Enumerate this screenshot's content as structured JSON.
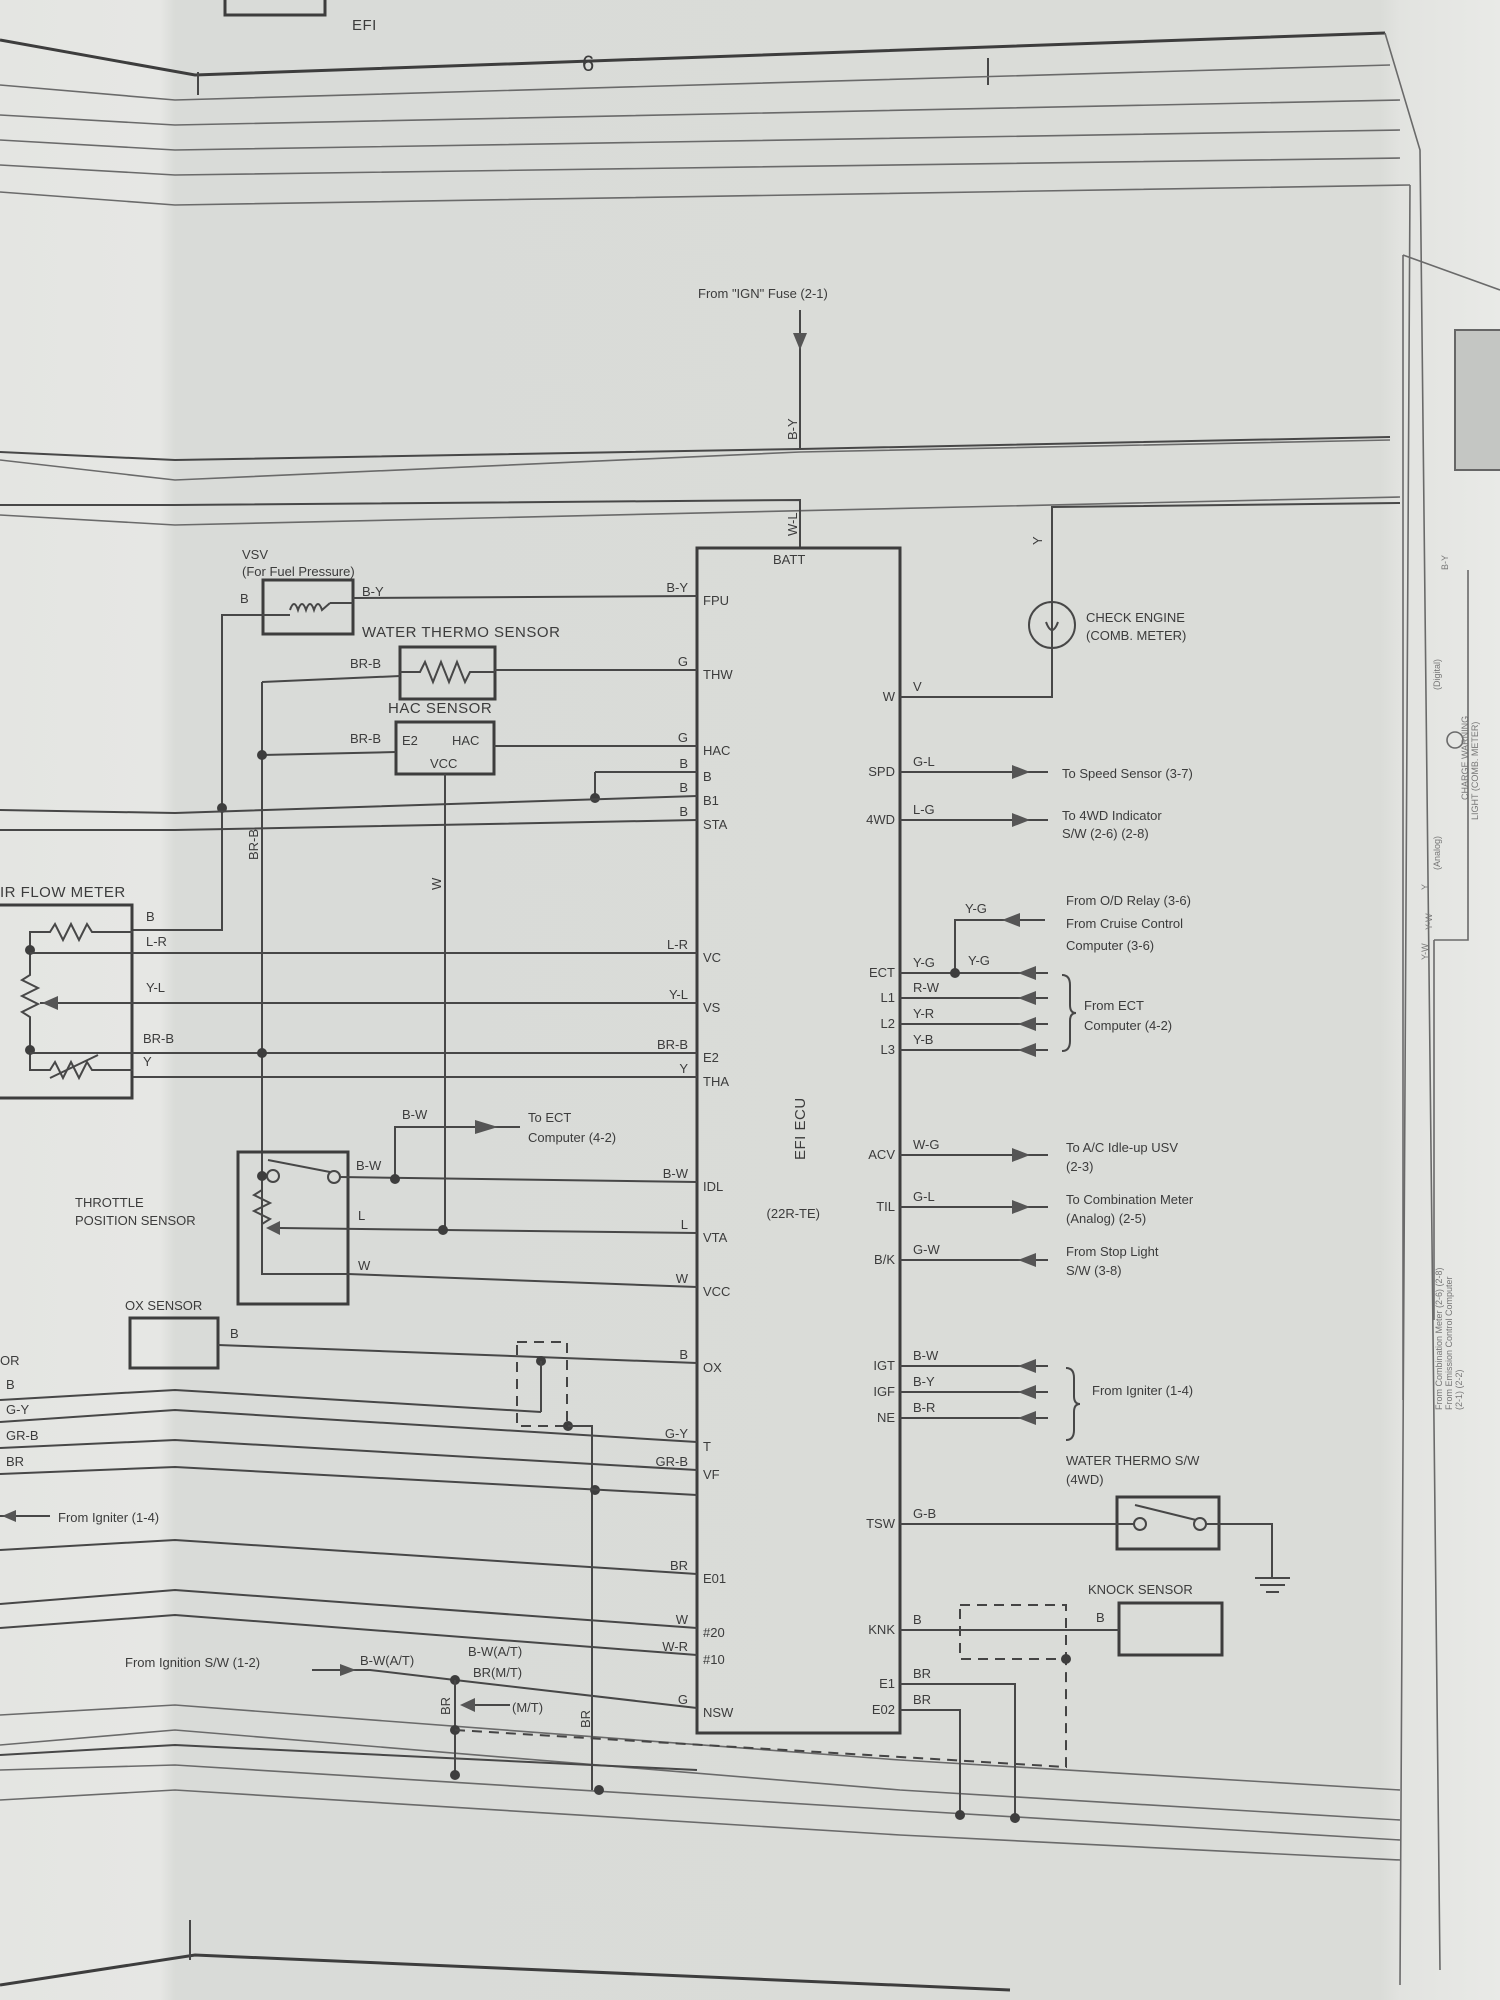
{
  "header": {
    "section": "EFI",
    "page_number": "6"
  },
  "ecu": {
    "name": "EFI ECU",
    "batt": "BATT",
    "left_pins": [
      {
        "pin": "FPU",
        "wire": "B-Y"
      },
      {
        "pin": "THW",
        "wire": "G"
      },
      {
        "pin": "HAC",
        "wire": "G"
      },
      {
        "pin": "B",
        "wire": "B"
      },
      {
        "pin": "B1",
        "wire": "B"
      },
      {
        "pin": "STA",
        "wire": "B"
      },
      {
        "pin": "VC",
        "wire": "L-R"
      },
      {
        "pin": "VS",
        "wire": "Y-L"
      },
      {
        "pin": "E2",
        "wire": "BR-B"
      },
      {
        "pin": "THA",
        "wire": "Y"
      },
      {
        "pin": "IDL",
        "wire": "B-W"
      },
      {
        "pin": "VTA",
        "wire": "L"
      },
      {
        "pin": "VCC",
        "wire": "W"
      },
      {
        "pin": "OX",
        "wire": "B"
      },
      {
        "pin": "T",
        "wire": "G-Y"
      },
      {
        "pin": "VF",
        "wire": "GR-B"
      },
      {
        "pin": "E01",
        "wire": "BR"
      },
      {
        "pin": "#20",
        "wire": "W"
      },
      {
        "pin": "#10",
        "wire": "W-R"
      },
      {
        "pin": "NSW",
        "wire": "G"
      }
    ],
    "right_pins": [
      {
        "pin": "W",
        "wire": "V"
      },
      {
        "pin": "SPD",
        "wire": "G-L",
        "signal": "to"
      },
      {
        "pin": "4WD",
        "wire": "L-G",
        "signal": "to"
      },
      {
        "pin": "ECT",
        "wire": "Y-G",
        "signal": "from"
      },
      {
        "pin": "L1",
        "wire": "R-W",
        "signal": "from"
      },
      {
        "pin": "L2",
        "wire": "Y-R",
        "signal": "from"
      },
      {
        "pin": "L3",
        "wire": "Y-B",
        "signal": "from"
      },
      {
        "pin": "ACV",
        "wire": "W-G",
        "signal": "to"
      },
      {
        "pin": "TIL",
        "wire": "G-L",
        "signal": "to"
      },
      {
        "pin": "B/K",
        "wire": "G-W",
        "signal": "from"
      },
      {
        "pin": "IGT",
        "wire": "B-W",
        "signal": "from"
      },
      {
        "pin": "IGF",
        "wire": "B-Y",
        "signal": "from"
      },
      {
        "pin": "NE",
        "wire": "B-R",
        "signal": "from"
      },
      {
        "pin": "TSW",
        "wire": "G-B"
      },
      {
        "pin": "KNK",
        "wire": "B"
      },
      {
        "pin": "E1",
        "wire": "BR"
      },
      {
        "pin": "E02",
        "wire": "BR"
      }
    ],
    "til_note": "(22R-TE)"
  },
  "power": {
    "source": "From \"IGN\" Fuse (2-1)",
    "wire_in": "B-Y",
    "wire_batt": "W-L"
  },
  "components": {
    "vsv": {
      "title": "VSV",
      "subtitle": "(For Fuel Pressure)",
      "wire_left": "B",
      "wire_right": "B-Y"
    },
    "water_thermo_sensor": {
      "title": "WATER THERMO SENSOR",
      "wire": "BR-B"
    },
    "hac_sensor": {
      "title": "HAC SENSOR",
      "wire": "BR-B",
      "t_e2": "E2",
      "t_hac": "HAC",
      "t_vcc": "VCC",
      "vcc_wire": "W"
    },
    "air_flow_meter": {
      "title": "IR FLOW METER",
      "wires": [
        "B",
        "L-R",
        "Y-L",
        "BR-B",
        "Y"
      ]
    },
    "br_b_vertical": "BR-B",
    "throttle": {
      "title1": "THROTTLE",
      "title2": "POSITION SENSOR",
      "wires": [
        "B-W",
        "L",
        "W"
      ],
      "branch_wire": "B-W",
      "branch_dest1": "To ECT",
      "branch_dest2": "Computer (4-2)"
    },
    "ox_sensor": {
      "title": "OX SENSOR",
      "wire": "B"
    },
    "left_edge": {
      "cut_label": "OR",
      "wires": [
        "B",
        "G-Y",
        "GR-B",
        "BR"
      ],
      "from_igniter": "From Igniter (1-4)"
    },
    "ignition": {
      "source": "From Ignition S/W (1-2)",
      "w1": "B-W(A/T)",
      "w2a": "B-W(A/T)",
      "w2b": "BR(M/T)",
      "mt": "(M/T)",
      "br1": "BR",
      "br2": "BR"
    },
    "check_engine": {
      "title1": "CHECK ENGINE",
      "title2": "(COMB. METER)",
      "wire": "Y"
    },
    "water_thermo_sw": {
      "title1": "WATER THERMO S/W",
      "title2": "(4WD)"
    },
    "knock_sensor": {
      "title": "KNOCK SENSOR",
      "wire": "B"
    }
  },
  "destinations": {
    "spd": "To Speed Sensor (3-7)",
    "wd1": "To 4WD Indicator",
    "wd2": "S/W (2-6) (2-8)",
    "od": "From O/D Relay (3-6)",
    "cruise1": "From Cruise Control",
    "cruise2": "Computer (3-6)",
    "ect_yg_top": "Y-G",
    "ect_yg_right": "Y-G",
    "ect1": "From ECT",
    "ect2": "Computer (4-2)",
    "acv1": "To A/C Idle-up USV",
    "acv2": "(2-3)",
    "til1": "To Combination Meter",
    "til2": "(Analog) (2-5)",
    "bk1": "From Stop Light",
    "bk2": "S/W (3-8)",
    "igniter": "From Igniter (1-4)"
  },
  "right_page": {
    "by": "B-Y",
    "digital": "(Digital)",
    "charge1": "CHARGE WARNING",
    "charge2": "LIGHT (COMB. METER)",
    "analog": "(Analog)",
    "yw1": "Y-W",
    "yw2": "Y-W",
    "y": "Y",
    "from1": "From Combination Meter (2-6) (2-8)",
    "from2": "From Emission Control Computer",
    "from3": "(2-1) (2-2)"
  }
}
